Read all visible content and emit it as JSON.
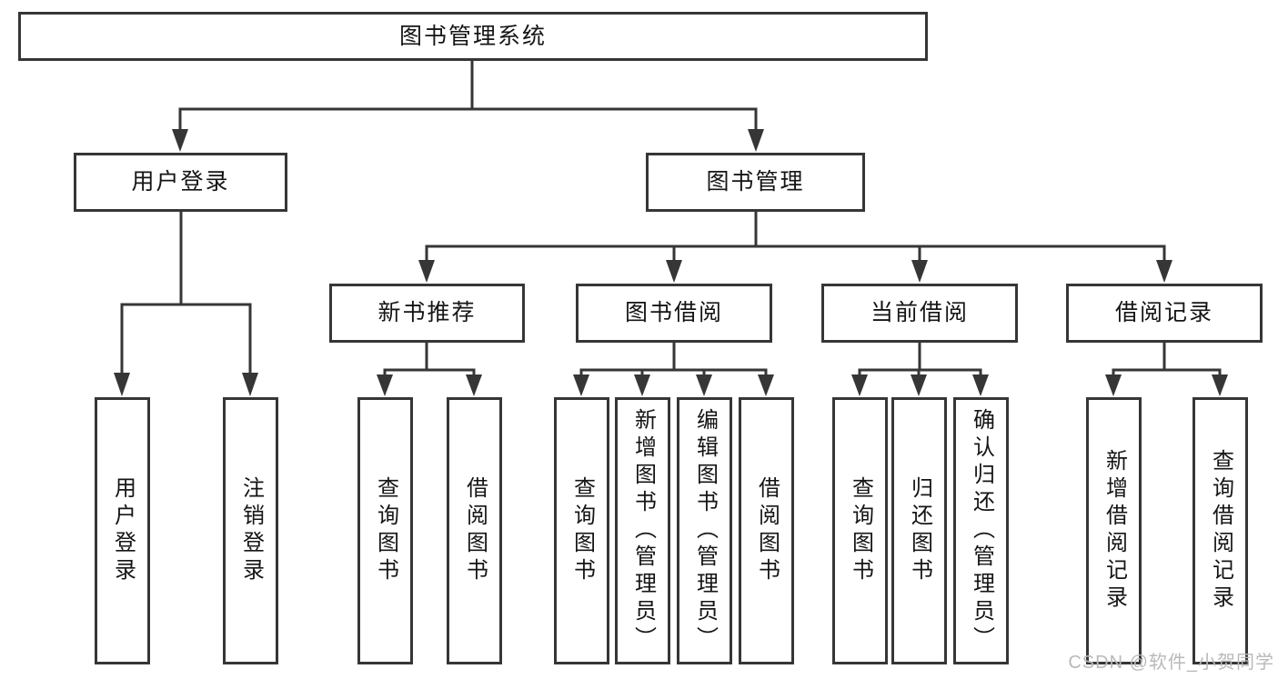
{
  "tree": {
    "root": {
      "label": "图书管理系统",
      "children": [
        {
          "label": "用户登录",
          "children": [
            {
              "label": "用户登录"
            },
            {
              "label": "注销登录"
            }
          ]
        },
        {
          "label": "图书管理",
          "children": [
            {
              "label": "新书推荐",
              "children": [
                {
                  "label": "查询图书"
                },
                {
                  "label": "借阅图书"
                }
              ]
            },
            {
              "label": "图书借阅",
              "children": [
                {
                  "label": "查询图书"
                },
                {
                  "label": "新增图书（管理员）"
                },
                {
                  "label": "编辑图书（管理员）"
                },
                {
                  "label": "借阅图书"
                }
              ]
            },
            {
              "label": "当前借阅",
              "children": [
                {
                  "label": "查询图书"
                },
                {
                  "label": "归还图书"
                },
                {
                  "label": "确认归还（管理员）"
                }
              ]
            },
            {
              "label": "借阅记录",
              "children": [
                {
                  "label": "新增借阅记录"
                },
                {
                  "label": "查询借阅记录"
                }
              ]
            }
          ]
        }
      ]
    }
  },
  "watermark": {
    "text": "CSDN @软件_小贺同学"
  },
  "colors": {
    "line": "#363636",
    "text": "#151515",
    "box-bg": "#ffffff",
    "page-bg": "#ffffff",
    "watermark": "#b9b9b9"
  }
}
